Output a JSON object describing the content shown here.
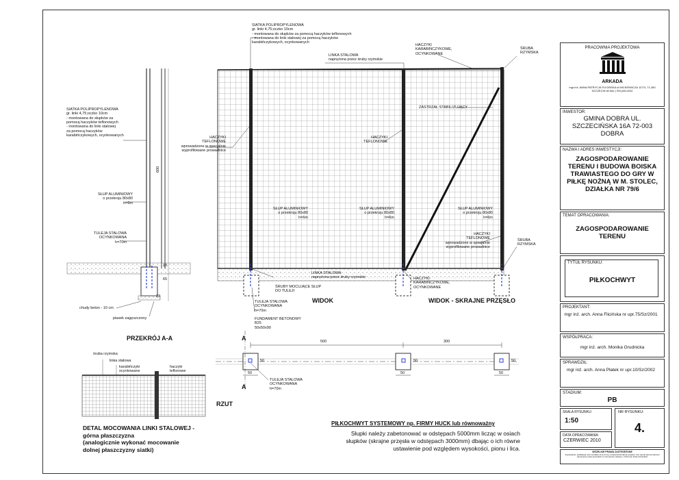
{
  "labels": {
    "siatka_top": "SIATKA POLIPROPYLENOWA\ngr. linki 4,75;oczko 10cm\n- montowana do słupków za pomocą haczyków teflonowych\n- montowana do linki stalowej za pomocą haczyków\n  karabińczykowych, ocynkowanych",
    "siatka_left": "SIATKA POLIPROPYLENOWA\ngr. linki 4,75;oczko 10cm\n- montowana do słupków za\npomocą haczyków teflonowych\n- montowana do linki stalowej\nza pomocą haczyków\nkarabińczykowych, ocynkowanych",
    "linka_top": "LINKA STALOWA\nnaprężona przez śruby rzymskie",
    "haczyki_karab_top": "HACZYKI\nKARABIŃCZYKOWE,\nOCYNKOWANE",
    "sruba_top": "ŚRUBA\nRZYMSKA",
    "zastrzal": "ZASTRZAŁ STABILIZUJĄCY",
    "haczyki_tef_1": "HACZYKI\nTEFLONOWE\nwprowadzone w specjalnie\nwyprofilowane prowadnice",
    "haczyki_tef_2": "HACZYKI\nTEFLONOWE",
    "haczyki_tef_3": "HACZYKI\nTEFLONOWE\nwprowadzone w specjalnie\nwyprofilowane prowadnice",
    "slup_left": "SŁUP ALUMINIOWY\no przekroju 80x80\nh=6m",
    "slup_1": "SŁUP ALUMINIOWY\no przekroju 80x80\nh=6m",
    "slup_2": "SŁUP ALUMINIOWY\no przekroju 80x80\nh=6m",
    "slup_3": "SŁUP ALUMINIOWY\no przekroju 80x80\nh=6m",
    "tuleja_left": "TULEJA STALOWA\nOCYNKOWANA\nh=70m",
    "dim_600": "600",
    "chudy": "chudy beton - 10 cm",
    "piasek": "piasek zagęszczony",
    "linka_bottom": "LINKA STALOWA\nnaprężona przez śruby rzymskie",
    "sruba_bottom": "ŚRUBA\nRZYMSKA",
    "sruby_mocujace": "ŚRUBY MOCUJĄCE SŁUP\nDO TULEJI",
    "haczyki_karab_bottom": "HACZYKI\nKARABIŃCZYKOWE,\nOCYNKOWANE",
    "tuleja_mid": "TULEJA STALOWA\nOCYNKOWANA\nh=70m",
    "fundament": "FUNDAMENT BETONOWY\nB25\n50x50x90",
    "tuleja_plan": "TULEJA STALOWA\nOCYNKOWANA\nh=70m",
    "detal_sruba": "śruba rzymska",
    "detal_linka": "linka stalowa",
    "detal_karab": "karabińczyki\nocynkowane",
    "detal_tef": "haczyki\nteflonowe",
    "dims": {
      "d500": "500",
      "d300": "300",
      "d50": "50",
      "d65": "65",
      "d23": "23",
      "d10": "10"
    },
    "section_letter": "A"
  },
  "titles": {
    "widok": "WIDOK",
    "widok_skrajne": "WIDOK - SKRAJNE PRZĘSŁO",
    "przekroj": "PRZEKRÓJ A-A",
    "rzut": "RZUT",
    "detal": "DETAL MOCOWANIA LINKI STALOWEJ -\ngórna płaszczyzna\n(analogicznie wykonać mocowanie\ndolnej płaszczyzny siatki)"
  },
  "note": {
    "heading": "PIŁKOCHWYT SYSTEMOWY np. FIRMY HUCK lub równoważny",
    "body": "Słupki należy zabetonować w odstępach 5000mm licząc w osiach\nsłupków (skrajne przęsła w odstępach 3000mm) dbając o ich równe\nustawienie pod względem wysokości, pionu i lica."
  },
  "title_block": {
    "pracownia_label": "PRACOWNIA PROJEKTOWA",
    "firm_name": "ARKADA",
    "firm_address": "mgr inż. ANNA PATRYCJA FLICIŃSKA\nul.MICKIEWICZA 127/3,\n71-260  SZCZECIN\ntel./fax ( 091)4314242",
    "inwestor_label": "INWESTOR:",
    "inwestor_value": "GMINA DOBRA\nUL. SZCZECIŃSKA 16A\n72-003  DOBRA",
    "nazwa_label": "NAZWA I ADRES INWESTYCJI:",
    "nazwa_value": "ZAGOSPODAROWANIE\nTERENU I BUDOWA\nBOISKA TRAWIASTEGO\nDO GRY W PIŁKĘ NOŻNĄ\nW M. STOLEC,\nDZIAŁKA NR 79/6",
    "temat_label": "TEMAT OPRACOWANIA:",
    "temat_value": "ZAGOSPODAROWANIE\nTERENU",
    "tytul_label": "TYTUŁ RYSUNKU:",
    "tytul_value": "PIŁKOCHWYT",
    "projektant_label": "PROJEKTANT:",
    "projektant_value": "mgr inż. arch. Anna Flicińska\nnr upr.75/Sz/2001",
    "wspolpraca_label": "WSPÓŁPRACA:",
    "wspolpraca_value": "mgr inż. arch. Monika Grudnicka",
    "sprawdzil_label": "SPRAWDZIŁ:",
    "sprawdzil_value": "mgr inż. arch. Anna Płatek\nnr upr.10/Sz/2002",
    "stadium_label": "STADIUM:",
    "stadium_value": "PB",
    "skala_label": "SKALA RYSUNKU:",
    "skala_value": "1:50",
    "nr_label": "NR RYSUNKU:",
    "nr_value": "4.",
    "data_label": "DATA OPRACOWANIA:",
    "data_value": "CZERWIEC 2010",
    "rights_title": "WSZELKIE PRAWA ZASTRZEŻONE",
    "rights_text": "Kopiowanie, publikacja oraz wszelkie inne formy rozpowszechniania projektu,\nbez zgody autora stanowi naruszenie praw autorskich\nw rozumieniu Ustawy o Ochronie Praw Autorskich"
  }
}
